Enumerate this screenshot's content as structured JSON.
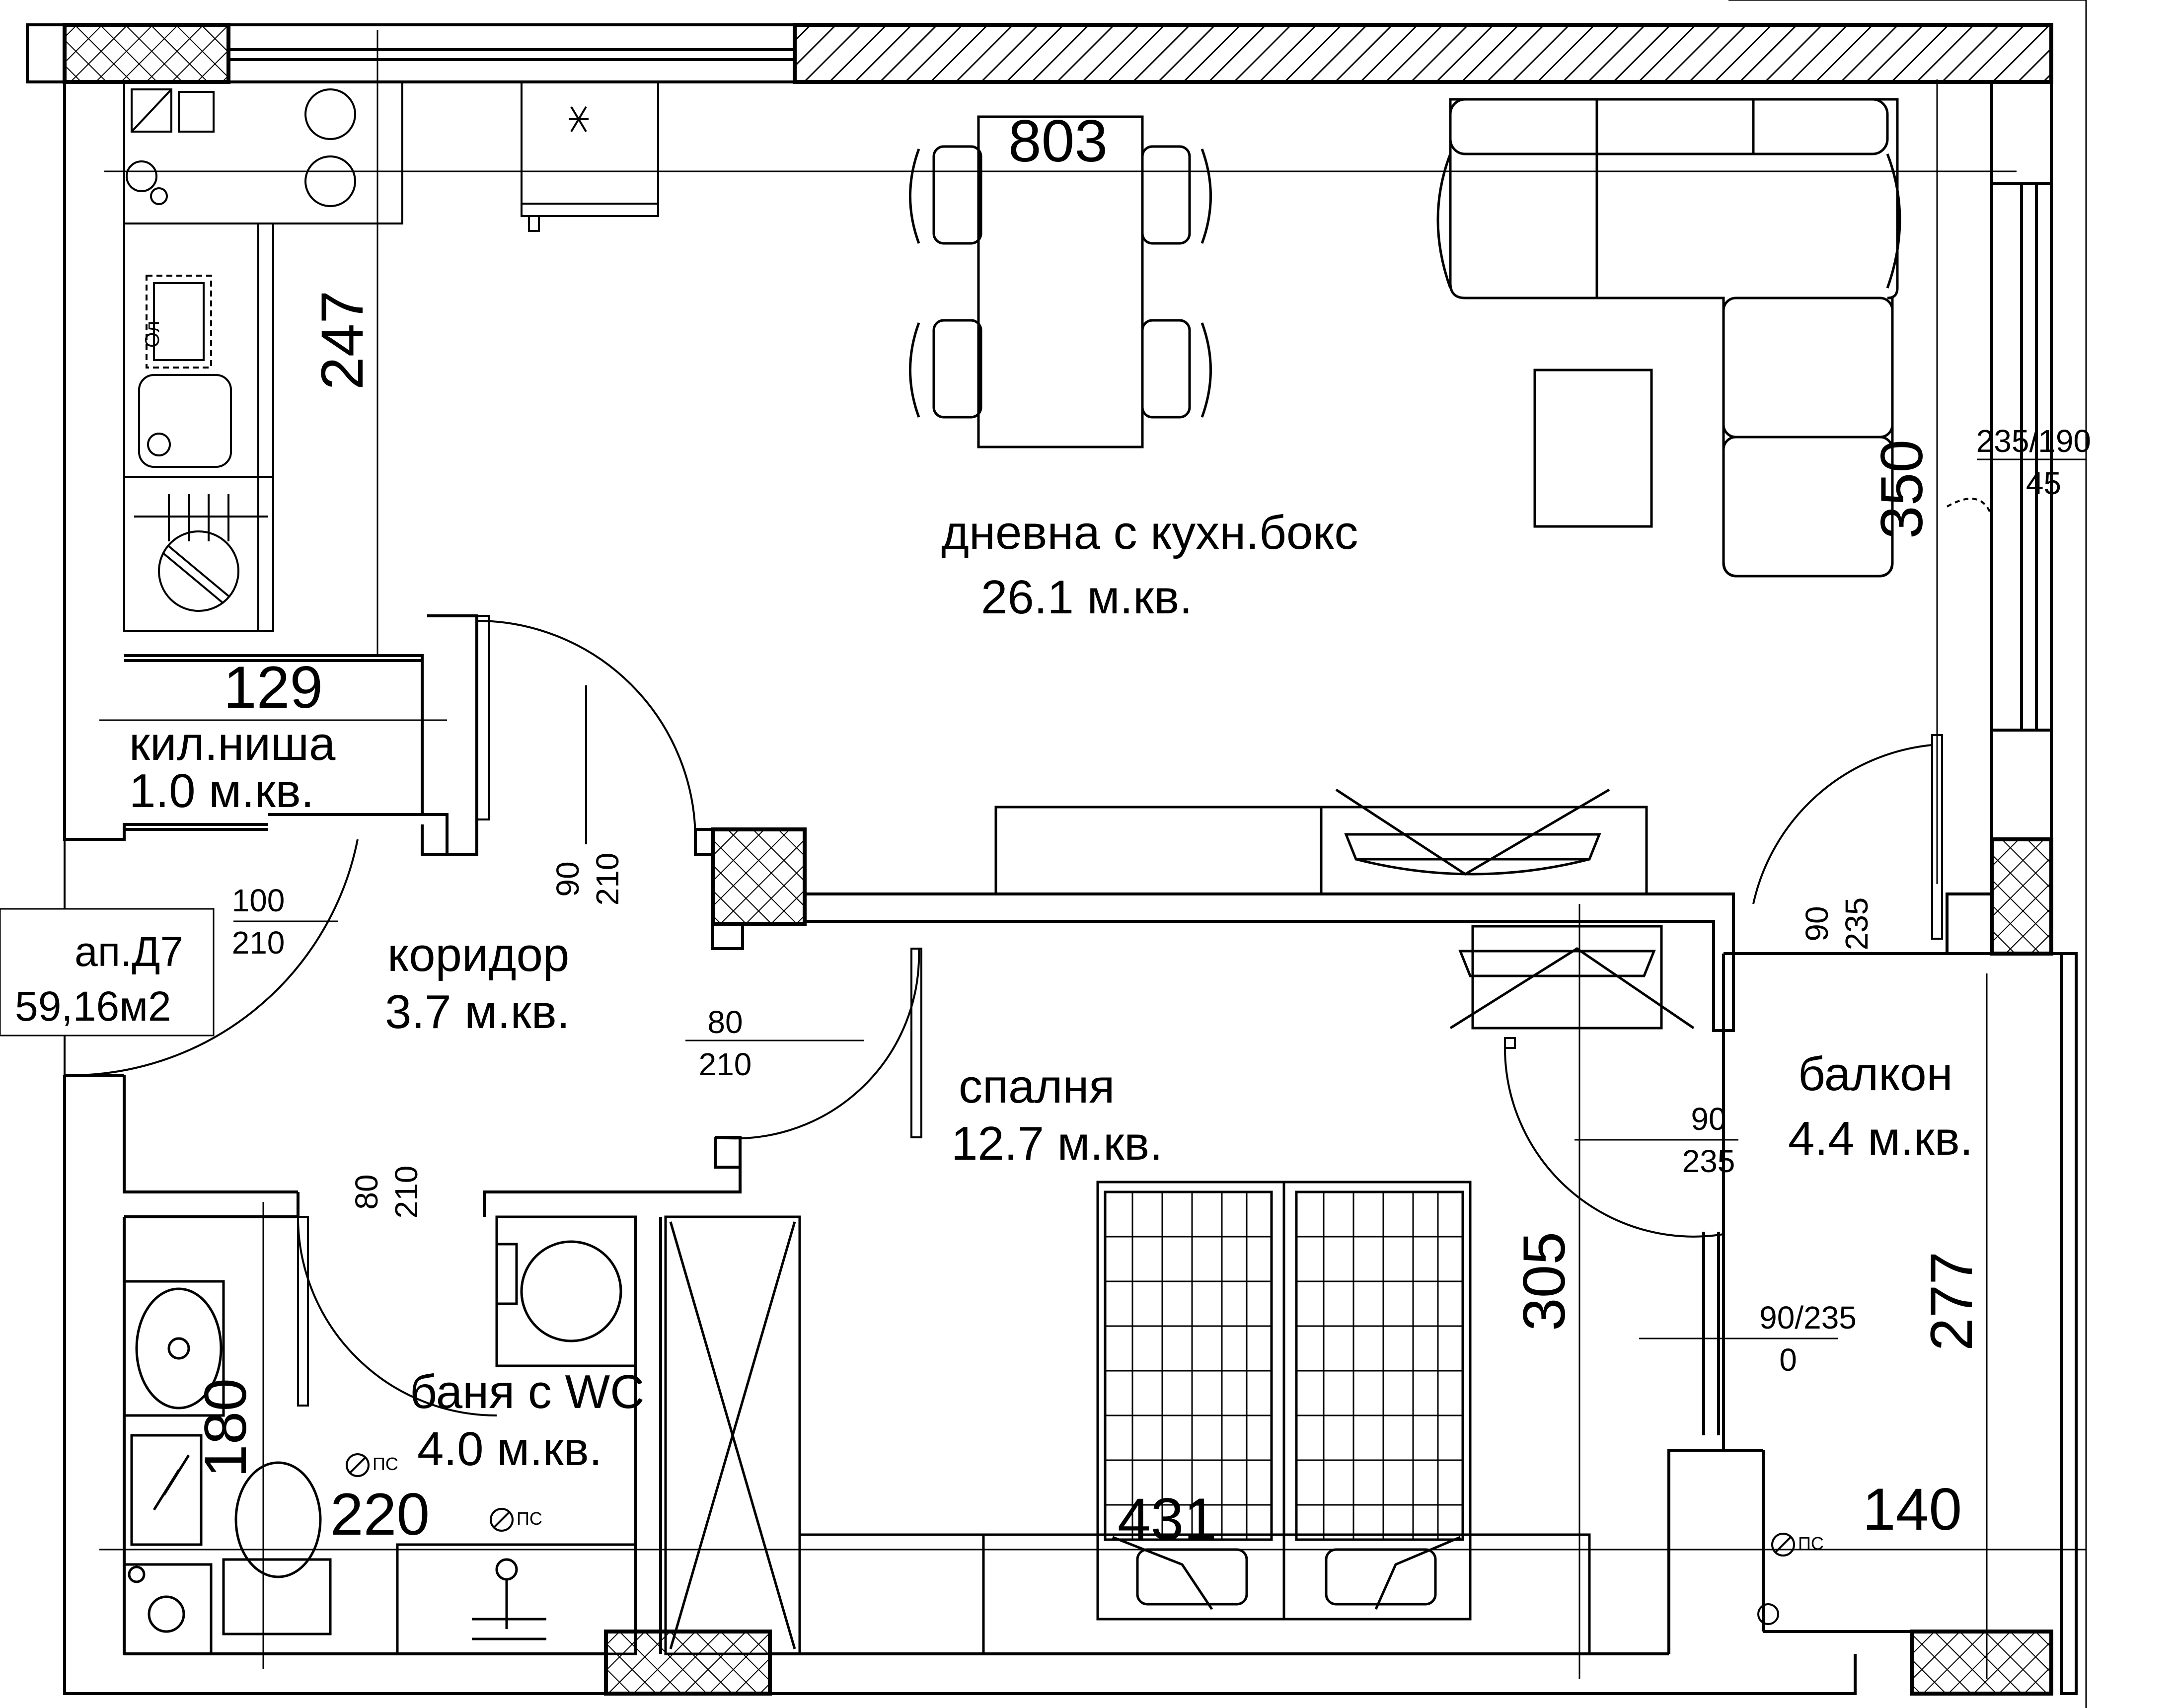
{
  "apartment": {
    "id": "ап.Д7",
    "area": "59,16м2"
  },
  "rooms": [
    {
      "key": "living",
      "name": "дневна с кухн.бокс",
      "area": "26.1 м.кв."
    },
    {
      "key": "niche",
      "name": "кил.ниша",
      "area": "1.0 м.кв."
    },
    {
      "key": "corridor",
      "name": "коридор",
      "area": "3.7 м.кв."
    },
    {
      "key": "bedroom",
      "name": "спалня",
      "area": "12.7 м.кв."
    },
    {
      "key": "balcony",
      "name": "балкон",
      "area": "4.4 м.кв."
    },
    {
      "key": "bath",
      "name": "баня с WC",
      "area": "4.0 м.кв."
    }
  ],
  "dimensions": {
    "living_width": "803",
    "kitchen_depth": "247",
    "living_depth": "350",
    "niche_width": "129",
    "bedroom_width": "431",
    "bedroom_depth": "305",
    "balcony_depth": "277",
    "balcony_width": "140",
    "bath_width": "220",
    "bath_depth": "180"
  },
  "openings": {
    "entrance": {
      "top": "100",
      "bottom": "210"
    },
    "living_door": {
      "top": "90",
      "bottom": "210"
    },
    "bedroom_door": {
      "top": "80",
      "bottom": "210"
    },
    "bath_door": {
      "top": "80",
      "bottom": "210"
    },
    "balcony_door": {
      "top": "90",
      "bottom": "235"
    },
    "bedroom_balcony_door": {
      "top": "90",
      "bottom": "235"
    },
    "living_window": {
      "top": "235/190",
      "bottom": "45"
    },
    "bedroom_window": {
      "top": "90/235",
      "bottom": "0"
    }
  },
  "fixtures": {
    "riser_label": "ПС",
    "oven_label": "Ол"
  }
}
